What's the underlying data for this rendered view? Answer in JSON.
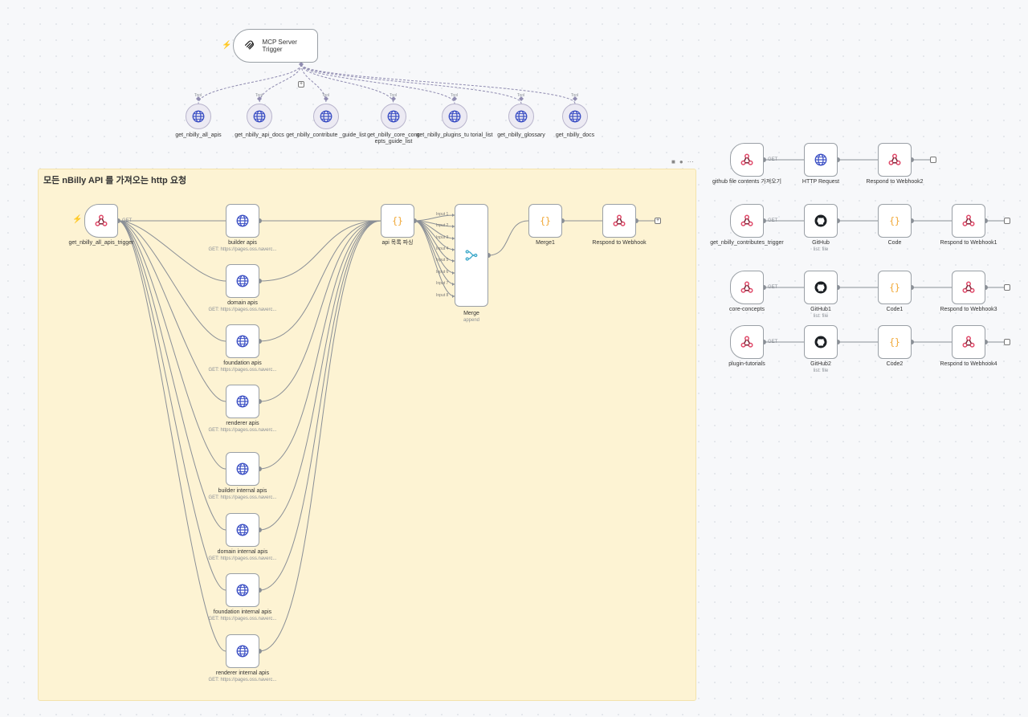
{
  "canvas": {
    "sticky_title": "모든 nBilly API 를 가져오는 http 요청",
    "mcp_trigger": {
      "label": "MCP Server Trigger",
      "icon": "mcp-icon"
    },
    "tool_tag": "Tool",
    "tools": [
      {
        "label": "get_nbilly_all_apis"
      },
      {
        "label": "get_nbilly_api_docs"
      },
      {
        "label": "get_nbilly_contribute _guide_list"
      },
      {
        "label": "get_nbilly_core_conc epts_guide_list"
      },
      {
        "label": "get_nbilly_plugins_tu torial_list"
      },
      {
        "label": "get_nbilly_glossary"
      },
      {
        "label": "get_nbilly_docs"
      }
    ],
    "main_trigger": {
      "label": "get_nbilly_all_apis_trigger",
      "method": "GET"
    },
    "http_sub": "GET: https://pages.oss.naverc...",
    "http_nodes": [
      {
        "label": "builder apis"
      },
      {
        "label": "domain apis"
      },
      {
        "label": "foundation apis"
      },
      {
        "label": "renderer apis"
      },
      {
        "label": "builder internal apis"
      },
      {
        "label": "domain internal apis"
      },
      {
        "label": "foundation internal apis"
      },
      {
        "label": "renderer internal apis"
      }
    ],
    "parse_node": {
      "label": "api 목록 파싱"
    },
    "merge_inputs": [
      "Input 1",
      "Input 2",
      "Input 3",
      "Input 4",
      "Input 5",
      "Input 6",
      "Input 7",
      "Input 8"
    ],
    "merge_node": {
      "label": "Merge",
      "sub": "append"
    },
    "merge1_node": {
      "label": "Merge1"
    },
    "respond_main": {
      "label": "Respond to Webhook"
    },
    "flows": [
      {
        "trigger": "github file contents 가져오기",
        "method": "GET",
        "mid": "HTTP Request",
        "mid_sub": "",
        "code": "",
        "respond": "Respond to Webhook2"
      },
      {
        "trigger": "get_nbilly_contributes_trigger",
        "method": "GET",
        "mid": "GitHub",
        "mid_sub": "list: file",
        "code": "Code",
        "respond": "Respond to Webhook1"
      },
      {
        "trigger": "core-concepts",
        "method": "GET",
        "mid": "GitHub1",
        "mid_sub": "list: file",
        "code": "Code1",
        "respond": "Respond to Webhook3"
      },
      {
        "trigger": "plugin-tutorials",
        "method": "GET",
        "mid": "GitHub2",
        "mid_sub": "list: file",
        "code": "Code2",
        "respond": "Respond to Webhook4"
      }
    ],
    "colors": {
      "canvas_bg": "#f7f8fa",
      "sticky_bg": "#fdf3d3",
      "globe": "#3b4fc4",
      "webhook": "#e04a6a",
      "code": "#f0a530",
      "merge": "#3aa7c9",
      "bolt": "#e8734a"
    }
  }
}
